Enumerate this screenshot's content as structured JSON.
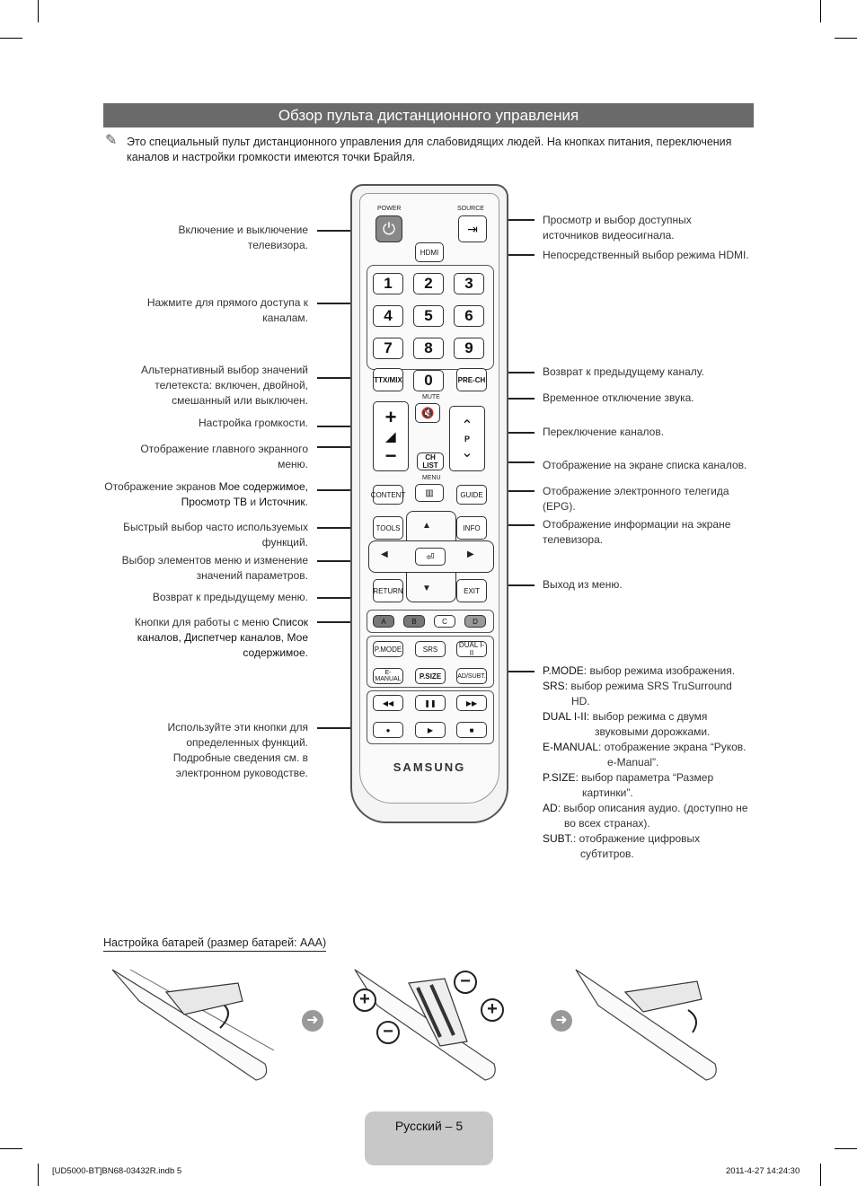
{
  "title": "Обзор пульта дистанционного управления",
  "note": "Это специальный пульт дистанционного управления для слабовидящих людей. На кнопках питания, переключения каналов и настройки громкости имеются точки Брайля.",
  "left_labels": {
    "power": "Включение и выключение телевизора.",
    "numbers": "Нажмите для прямого доступа к каналам.",
    "ttx": "Альтернативный выбор значений телетекста: включен, двойной, смешанный или выключен.",
    "volume": "Настройка громкости.",
    "menu": "Отображение главного экранного меню.",
    "content_pre": "Отображение экранов ",
    "content_b1": "Мое содержимое,",
    "content_b2": "Просмотр ТВ",
    "content_and": " и ",
    "content_b3": "Источник",
    "content_end": ".",
    "tools": "Быстрый выбор часто используемых функций.",
    "nav": "Выбор элементов меню и изменение значений параметров.",
    "return": "Возврат к предыдущему меню.",
    "abcd_pre": "Кнопки для работы с меню ",
    "abcd_b1": "Список каналов, Диспетчер каналов",
    "abcd_comma": ", ",
    "abcd_b2": "Мое содержимое",
    "abcd_end": ".",
    "media": "Используйте эти кнопки для определенных функций. Подробные сведения см. в электронном руководстве."
  },
  "right_labels": {
    "source": "Просмотр и выбор доступных источников видеосигнала.",
    "hdmi": "Непосредственный выбор режима HDMI.",
    "prech": "Возврат к предыдущему каналу.",
    "mute": "Временное отключение звука.",
    "channel": "Переключение каналов.",
    "chlist": "Отображение на экране списка каналов.",
    "guide": "Отображение электронного телегида (EPG).",
    "info": "Отображение информации на экране телевизора.",
    "exit": "Выход из меню."
  },
  "functions": [
    {
      "key": "P.MODE",
      "desc": ": выбор режима изображения."
    },
    {
      "key": "SRS",
      "desc": ": выбор режима SRS TruSurround HD."
    },
    {
      "key": "DUAL I-II",
      "desc": ": выбор режима с двумя звуковыми дорожками."
    },
    {
      "key": "E-MANUAL",
      "desc": ": отображение экрана “Руков. e-Manual”."
    },
    {
      "key": "P.SIZE",
      "desc": ": выбор параметра “Размер картинки”."
    },
    {
      "key": "AD",
      "desc": ": выбор описания аудио.  (доступно не во всех странах)."
    },
    {
      "key": "SUBT.",
      "desc": ": отображение цифровых субтитров."
    }
  ],
  "remote": {
    "power": "POWER",
    "source": "SOURCE",
    "hdmi": "HDMI",
    "digits": [
      "1",
      "2",
      "3",
      "4",
      "5",
      "6",
      "7",
      "8",
      "9"
    ],
    "ttx": "TTX/MIX",
    "zero": "0",
    "prech": "PRE-CH",
    "mute": "MUTE",
    "p": "P",
    "chlist": "CH LIST",
    "menu": "MENU",
    "content": "CONTENT",
    "guide": "GUIDE",
    "tools": "TOOLS",
    "info": "INFO",
    "return": "RETURN",
    "exit": "EXIT",
    "colors": [
      "A",
      "B",
      "C",
      "D"
    ],
    "pmode": "P.MODE",
    "srs": "SRS",
    "dual": "DUAL I-II",
    "emanual": "E-MANUAL",
    "psize": "P.SIZE",
    "adsubt": "AD/SUBT.",
    "brand": "SAMSUNG"
  },
  "battery_title": "Настройка батарей (размер батарей: AAA)",
  "page_label": "Русский – 5",
  "footer_left": "[UD5000-BT]BN68-03432R.indb   5",
  "footer_right": "2011-4-27   14:24:30"
}
